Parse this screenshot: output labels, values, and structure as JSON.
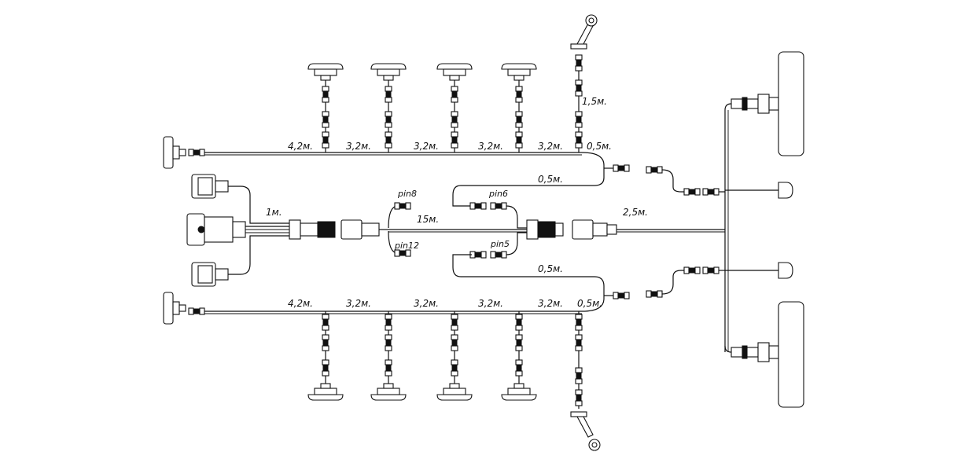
{
  "labels": {
    "top": [
      "4,2м.",
      "3,2м.",
      "3,2м.",
      "3,2м.",
      "3,2м.",
      "0,5м."
    ],
    "bottom": [
      "4,2м.",
      "3,2м.",
      "3,2м.",
      "3,2м.",
      "3,2м.",
      "0,5м."
    ],
    "riser_top": "1,5м.",
    "link_top": "0,5м.",
    "link_bottom": "0,5м.",
    "main": "15м.",
    "socket_lead": "1м.",
    "rear": "2,5м."
  },
  "pins": {
    "pin8": "pin8",
    "pin12": "pin12",
    "pin6": "pin6",
    "pin5": "pin5"
  }
}
